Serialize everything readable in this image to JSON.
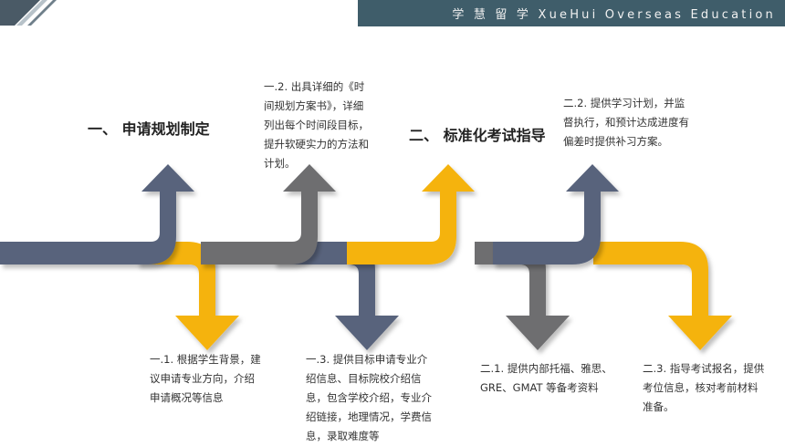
{
  "header": {
    "title": "学 慧 留 学 XueHui Overseas Education"
  },
  "colors": {
    "header_bg": "#3f5d6a",
    "slate": "#59647c",
    "gray": "#6e6e70",
    "gold": "#f5b30f"
  },
  "sections": {
    "s1": {
      "title": "一、 申请规划制定"
    },
    "s2": {
      "title": "二、 标准化考试指导"
    }
  },
  "steps": {
    "s1_1": "一.1. 根据学生背景，建议申请专业方向，介绍申请概况等信息",
    "s1_2": "一.2. 出具详细的《时间规划方案书》，详细列出每个时间段目标，提升软硬实力的方法和计划。",
    "s1_3": "一.3. 提供目标申请专业介绍信息、目标院校介绍信息，包含学校介绍，专业介绍链接，地理情况，学费信息，录取难度等",
    "s2_1": "二.1. 提供内部托福、雅思、GRE、GMAT 等备考资料",
    "s2_2": "二.2. 提供学习计划，并监督执行，和预计达成进度有偏差时提供补习方案。",
    "s2_3": "二.3. 指导考试报名，提供考位信息，核对考前材料准备。"
  }
}
